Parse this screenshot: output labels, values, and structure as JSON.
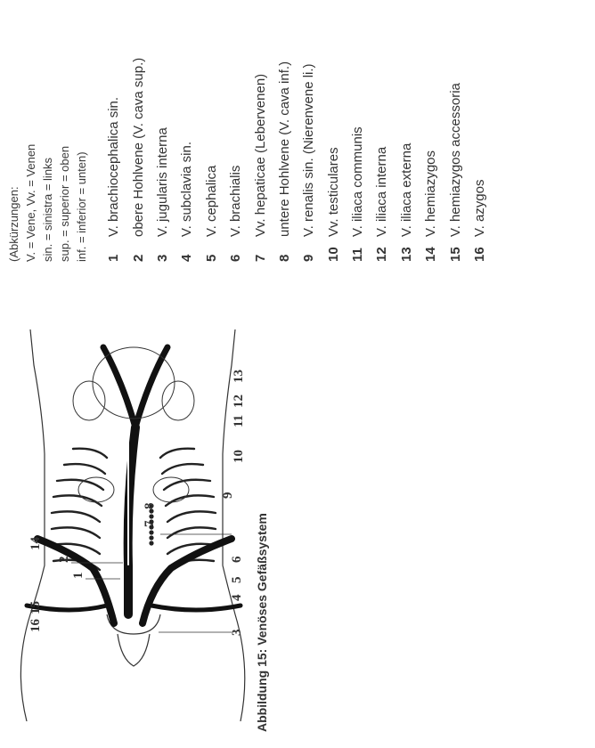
{
  "figure": {
    "caption": "Abbildung 15: Venöses Gefäßsystem",
    "labels": [
      "1",
      "2",
      "3",
      "4",
      "5",
      "6",
      "7",
      "8",
      "9",
      "10",
      "11",
      "12",
      "13",
      "14",
      "15",
      "16"
    ]
  },
  "abbreviations": {
    "lines": [
      "(Abkürzungen:",
      "V. = Vene, Vv. = Venen",
      "sin. = sinistra = links",
      "sup. = superior = oben",
      "inf. = inferior = unten)"
    ]
  },
  "legend": [
    {
      "num": "1",
      "text": "V. brachiocephalica sin."
    },
    {
      "num": "2",
      "text": "obere Hohlvene (V. cava sup.)"
    },
    {
      "num": "3",
      "text": "V. jugularis interna"
    },
    {
      "num": "4",
      "text": "V. subclavia sin."
    },
    {
      "num": "5",
      "text": "V. cephalica"
    },
    {
      "num": "6",
      "text": "V. brachialis"
    },
    {
      "num": "7",
      "text": "Vv. hepaticae (Lebervenen)"
    },
    {
      "num": "8",
      "text": "untere Hohlvene (V. cava inf.)"
    },
    {
      "num": "9",
      "text": "V. renalis sin. (Nierenvene li.)"
    },
    {
      "num": "10",
      "text": "Vv. testiculares"
    },
    {
      "num": "11",
      "text": "V. iliaca communis"
    },
    {
      "num": "12",
      "text": "V. iliaca interna"
    },
    {
      "num": "13",
      "text": "V. iliaca externa"
    },
    {
      "num": "14",
      "text": "V. hemiazygos"
    },
    {
      "num": "15",
      "text": "V. hemiazygos accessoria"
    },
    {
      "num": "16",
      "text": "V. azygos"
    }
  ]
}
